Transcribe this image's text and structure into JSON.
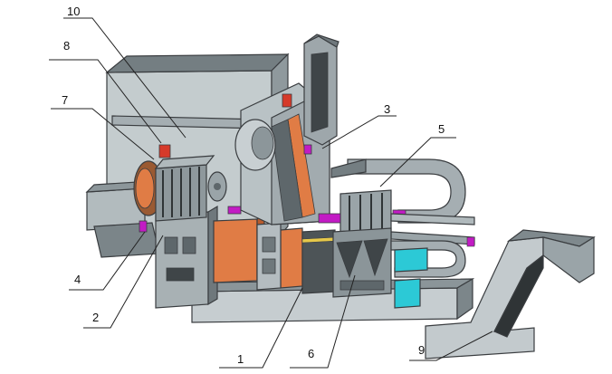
{
  "colors": {
    "background": "#ffffff",
    "body_gray": "#9aa4a8",
    "body_light": "#b9c2c5",
    "body_dark": "#6f787c",
    "base_dark": "#3f4548",
    "orange": "#e07c45",
    "cyan": "#2cc9d6",
    "magenta": "#c21bc4",
    "brown": "#9a5a32",
    "red": "#d63a2a",
    "yellow": "#e6c84a"
  },
  "callouts": [
    {
      "id": "label-10",
      "text": "10"
    },
    {
      "id": "label-8",
      "text": "8"
    },
    {
      "id": "label-7",
      "text": "7"
    },
    {
      "id": "label-3",
      "text": "3"
    },
    {
      "id": "label-5",
      "text": "5"
    },
    {
      "id": "label-4",
      "text": "4"
    },
    {
      "id": "label-2",
      "text": "2"
    },
    {
      "id": "label-1",
      "text": "1"
    },
    {
      "id": "label-6",
      "text": "6"
    },
    {
      "id": "label-9",
      "text": "9"
    }
  ]
}
